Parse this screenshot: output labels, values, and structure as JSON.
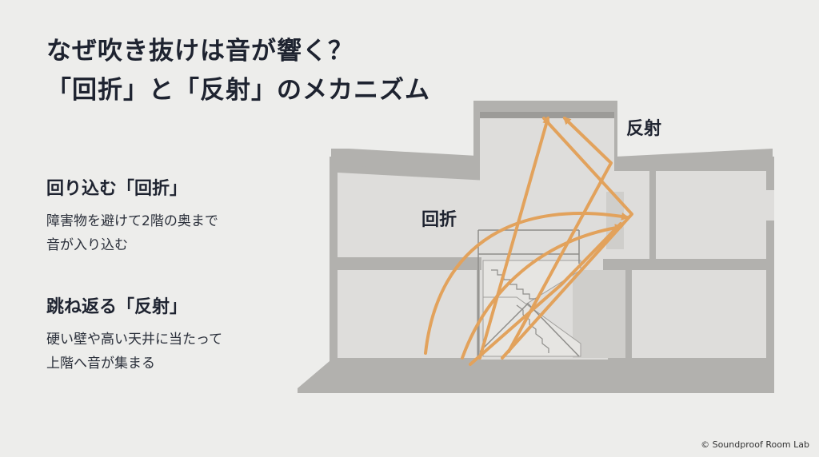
{
  "title": {
    "line1": "なぜ吹き抜けは音が響く？",
    "line2": "「回折」と「反射」のメカニズム"
  },
  "points": [
    {
      "heading": "回り込む「回折」",
      "lines": [
        "障害物を避けて2階の奥まで",
        "音が入り込む"
      ]
    },
    {
      "heading": "跳ね返る「反射」",
      "lines": [
        "硬い壁や高い天井に当たって",
        "上階へ音が集まる"
      ]
    }
  ],
  "diagram": {
    "labels": {
      "diffraction": "回折",
      "reflection": "反射"
    },
    "colors": {
      "arrow": "#e2a25c",
      "wall": "#b2b1ae",
      "room": "#dedddb",
      "text": "#1e2330"
    }
  },
  "credit": "© Soundproof Room Lab"
}
